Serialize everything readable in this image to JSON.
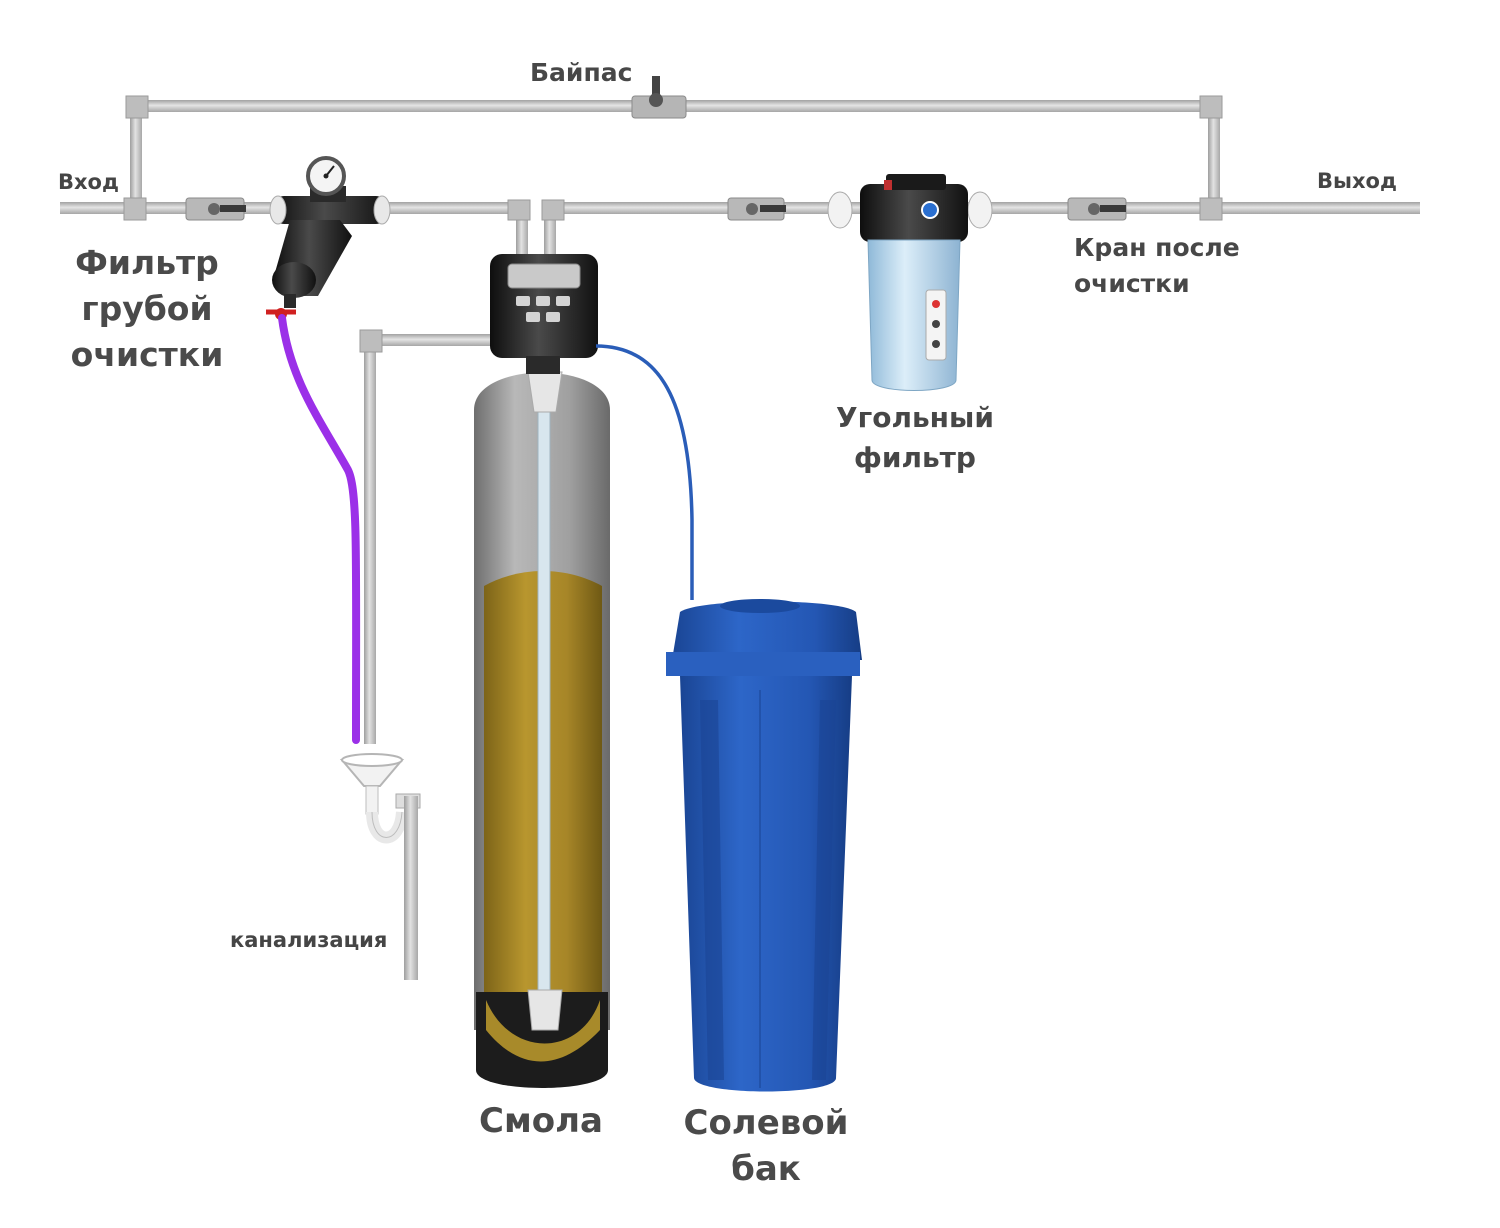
{
  "labels": {
    "bypass": "Байпас",
    "inlet": "Вход",
    "outlet": "Выход",
    "coarse_filter": [
      "Фильтр",
      "грубой",
      "очистки"
    ],
    "carbon_filter": [
      "Угольный",
      "фильтр"
    ],
    "post_tap": [
      "Кран после",
      "очистки"
    ],
    "drain": "канализация",
    "resin": "Смола",
    "brine_tank": [
      "Солевой",
      "бак"
    ]
  },
  "colors": {
    "pipe": "#c8c8c8",
    "pipe_edge": "#a4a4a4",
    "drain_hose": "#9b30e8",
    "brine_line": "#2a5db8",
    "resin": "#a88a2a",
    "vessel": "#8f8f8f",
    "vessel_base": "#1f1f1f",
    "brine_tank": "#2256b5",
    "carbon_housing": "#b9d8ee",
    "controller": "#2b2b2b"
  },
  "icons": {
    "valve": "ball-valve-icon",
    "gauge": "pressure-gauge-icon",
    "funnel": "drain-funnel-icon",
    "siphon": "siphon-trap-icon"
  }
}
